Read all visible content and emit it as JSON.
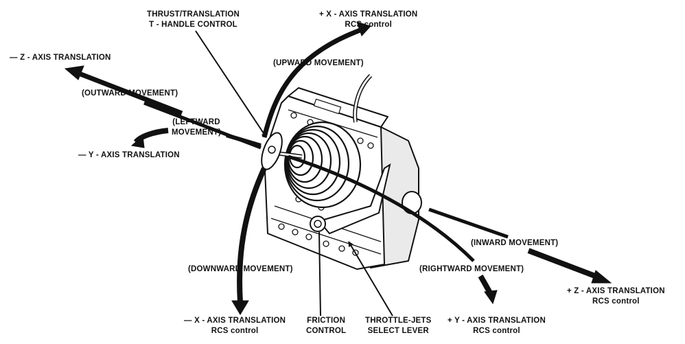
{
  "diagram": {
    "title": "Thrust/Translation T-Handle Control",
    "labels": {
      "thrust_handle": [
        "THRUST/TRANSLATION",
        "T - HANDLE  CONTROL"
      ],
      "plus_x": [
        "+ X - AXIS  TRANSLATION",
        "RCS control"
      ],
      "upward": "(UPWARD  MOVEMENT)",
      "minus_z": "— Z - AXIS TRANSLATION",
      "outward": "(OUTWARD  MOVEMENT)",
      "leftward": [
        "(LEFTWARD",
        "MOVEMENT)"
      ],
      "minus_y": "— Y - AXIS TRANSLATION",
      "inward": "(INWARD  MOVEMENT)",
      "plus_z": [
        "+ Z - AXIS  TRANSLATION",
        "RCS control"
      ],
      "downward": "(DOWNWARD  MOVEMENT)",
      "rightward": "(RIGHTWARD  MOVEMENT)",
      "minus_x": [
        "— X - AXIS  TRANSLATION",
        "RCS control"
      ],
      "friction": [
        "FRICTION",
        "CONTROL"
      ],
      "throttle": [
        "THROTTLE-JETS",
        "SELECT  LEVER"
      ],
      "plus_y": [
        "+ Y - AXIS  TRANSLATION",
        "RCS control"
      ]
    },
    "colors": {
      "ink": "#111111",
      "background": "#ffffff",
      "shade": "#e6e6e6"
    }
  }
}
